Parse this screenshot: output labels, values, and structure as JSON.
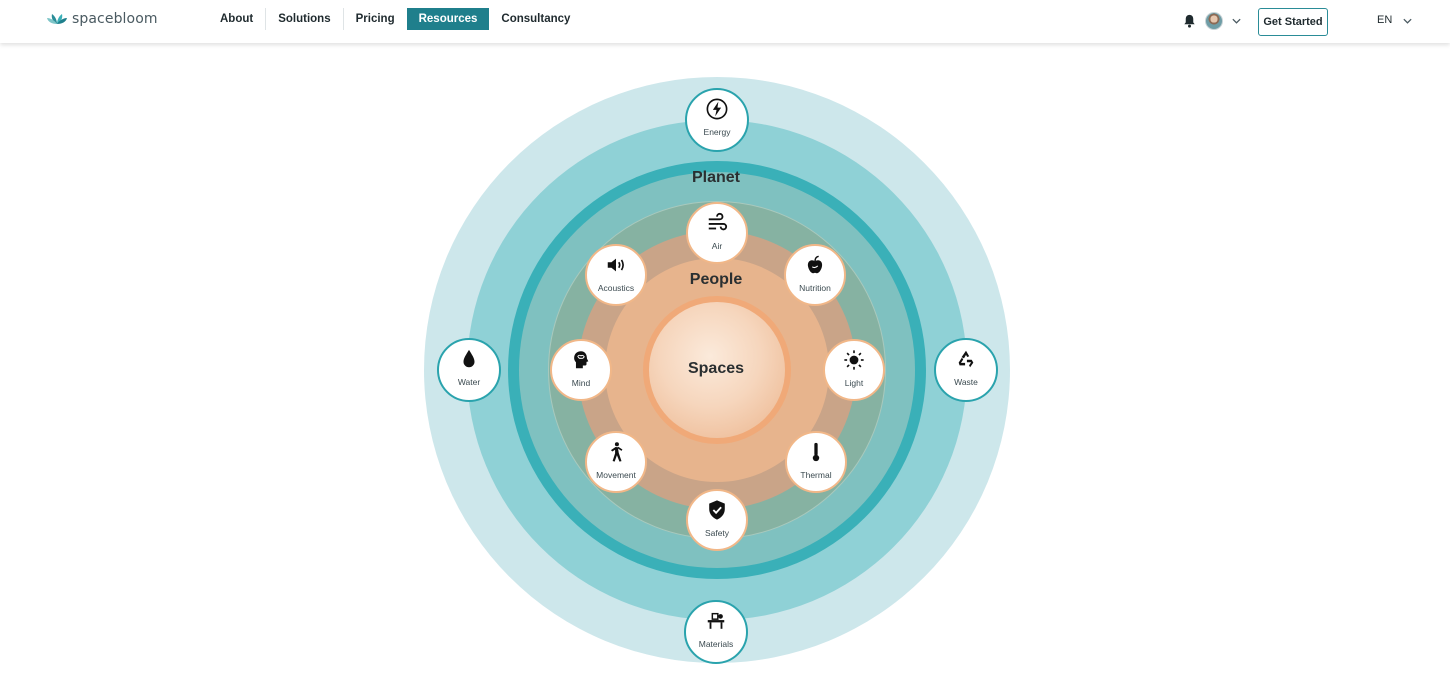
{
  "header": {
    "logo_text": "spacebloom",
    "nav": [
      {
        "label": "About"
      },
      {
        "label": "Solutions"
      },
      {
        "label": "Pricing"
      },
      {
        "label": "Resources",
        "active": true
      },
      {
        "label": "Consultancy"
      }
    ],
    "cta_label": "Get Started",
    "language": "EN"
  },
  "colors": {
    "brand_teal": "#1f7f8c",
    "ring_outer": "#cde7eb",
    "ring_mid": "#8fd1d6",
    "ring_band": "#3ab0b8",
    "ring_planet": "#7ec5c8",
    "ring_people": "#d8a888",
    "ring_core": "#e7b48d",
    "node_outer_border": "#2aa3ad",
    "node_inner_border": "#f1b788"
  },
  "wheel": {
    "planet_title": "Planet",
    "people_title": "People",
    "center_label": "Spaces",
    "planet_nodes": [
      {
        "label": "Energy",
        "icon": "bolt-icon"
      },
      {
        "label": "Water",
        "icon": "water-drop-icon"
      },
      {
        "label": "Waste",
        "icon": "recycle-icon"
      },
      {
        "label": "Materials",
        "icon": "materials-icon"
      }
    ],
    "people_nodes": [
      {
        "label": "Air",
        "icon": "wind-icon"
      },
      {
        "label": "Acoustics",
        "icon": "speaker-icon"
      },
      {
        "label": "Nutrition",
        "icon": "apple-icon"
      },
      {
        "label": "Mind",
        "icon": "head-brain-icon"
      },
      {
        "label": "Light",
        "icon": "sun-icon"
      },
      {
        "label": "Movement",
        "icon": "walking-person-icon"
      },
      {
        "label": "Thermal",
        "icon": "thermometer-icon"
      },
      {
        "label": "Safety",
        "icon": "shield-icon"
      }
    ]
  }
}
